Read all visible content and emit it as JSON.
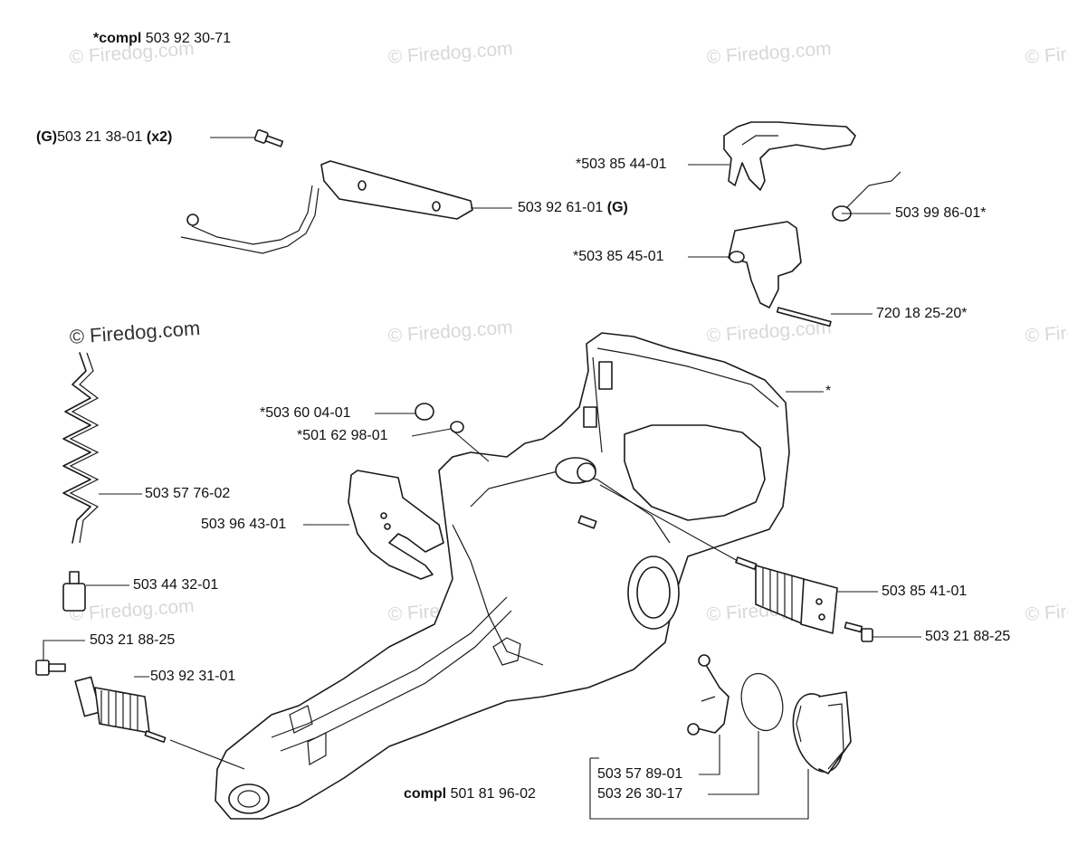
{
  "watermark": "© Firedog.com",
  "labels": {
    "compl_top_prefix": "*compl",
    "compl_top_num": " 503 92 30-71",
    "g_prefix": "(G)",
    "g_num": "503 21 38-01 ",
    "g_suffix": "(x2)",
    "bracket_num": "503 92 61-01 ",
    "bracket_suffix": "(G)",
    "p_503854401": "*503 85 44-01",
    "p_503998601": "503 99 86-01*",
    "p_503854501": "*503 85 45-01",
    "p_720182520": "720 18 25-20*",
    "p_star": "*",
    "p_503600401": "*503 60 04-01",
    "p_501629801": "*501 62 98-01",
    "p_503577602": "503 57 76-02",
    "p_503964301": "503 96 43-01",
    "p_503443201": "503 44 32-01",
    "p_503218825_left": "503 21 88-25",
    "p_503923101": "503 92 31-01",
    "p_503854101": "503 85 41-01",
    "p_503218825_right": "503 21 88-25",
    "compl_bottom_prefix": "compl",
    "compl_bottom_num": " 501 81 96-02",
    "p_503578901": "503 57 89-01",
    "p_503263017": "503 26 30-17"
  }
}
